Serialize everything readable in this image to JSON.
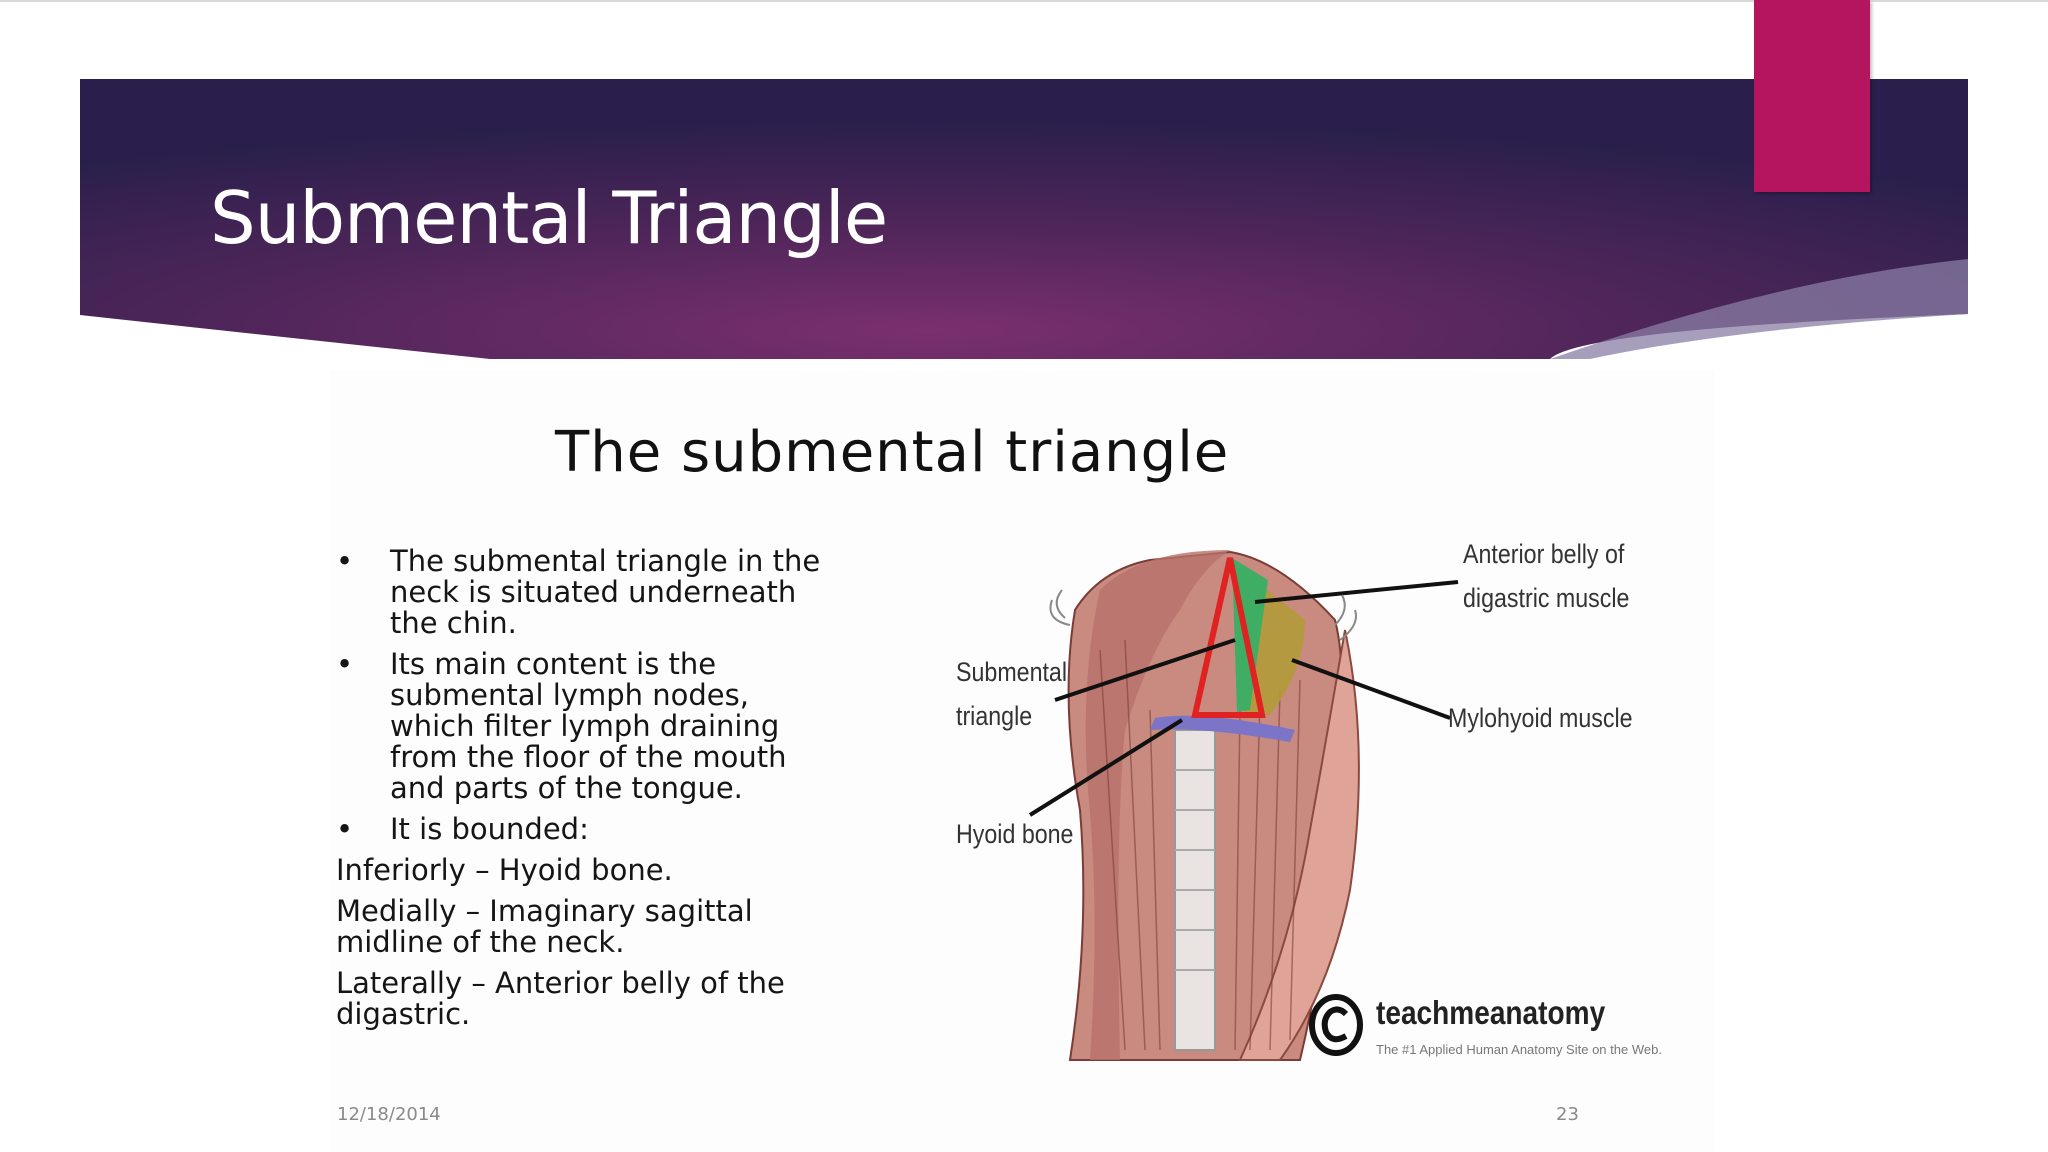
{
  "slide": {
    "title": "Submental Triangle",
    "colors": {
      "banner_dark": "#2b1f4d",
      "banner_mid": "#6b2a66",
      "accent_tab": "#b5155e"
    }
  },
  "embedded_slide": {
    "title": "The submental triangle",
    "bullets": [
      "The submental triangle in the\nneck is situated underneath\nthe chin.",
      "Its main content is the\nsubmental lymph nodes,\nwhich filter lymph draining\nfrom the floor of the mouth\nand parts of the tongue.",
      "It is bounded:"
    ],
    "bounds": [
      "Inferiorly – Hyoid bone.",
      "Medially – Imaginary sagittal\nmidline of the neck.",
      "Laterally – Anterior belly of the\ndigastric."
    ],
    "footer_date": "12/18/2014",
    "footer_page": "23"
  },
  "figure": {
    "labels": {
      "anterior_belly": "Anterior belly of\ndigastric muscle",
      "submental": "Submental\ntriangle",
      "mylohyoid": "Mylohyoid muscle",
      "hyoid": "Hyoid bone"
    },
    "watermark_name": "teachmeanatomy",
    "watermark_tagline": "The #1 Applied Human Anatomy Site on the Web."
  }
}
